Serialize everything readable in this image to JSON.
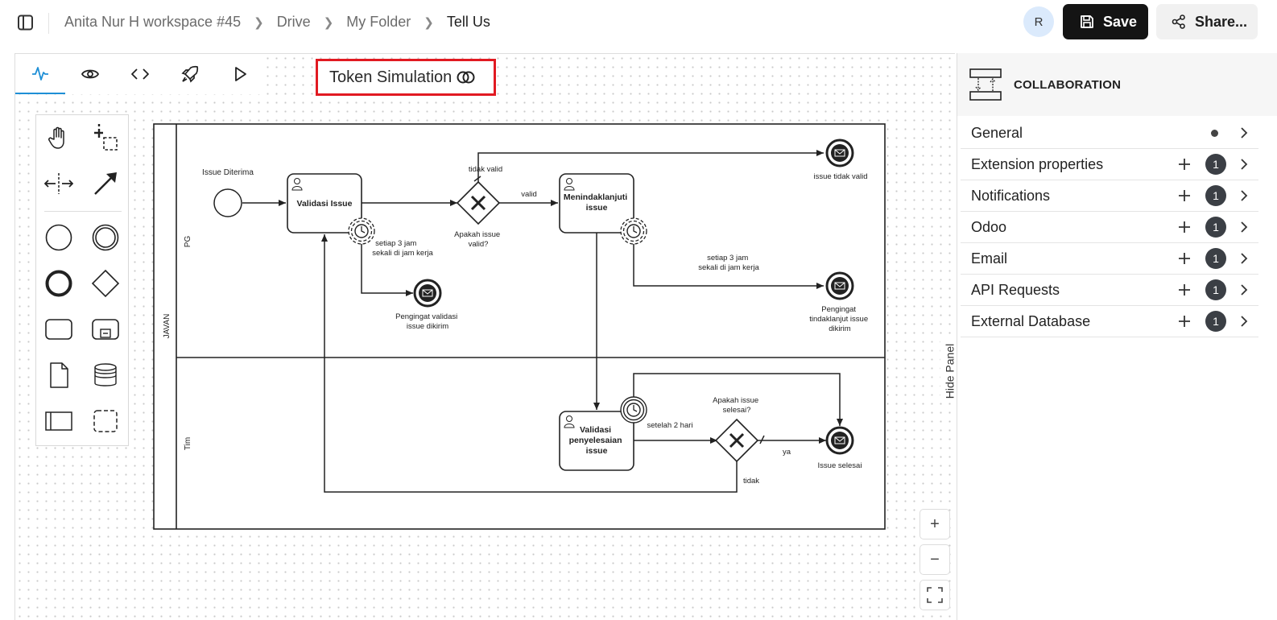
{
  "header": {
    "breadcrumbs": [
      "Anita Nur H workspace #45",
      "Drive",
      "My Folder",
      "Tell Us"
    ],
    "avatar_initial": "R",
    "save_label": "Save",
    "share_label": "Share..."
  },
  "toolbar": {
    "mode_tabs": [
      "activity-icon",
      "eye-icon",
      "code-icon",
      "rocket-icon",
      "play-icon"
    ],
    "token_simulation_label": "Token Simulation"
  },
  "palette": {
    "tools": [
      "hand-icon",
      "lasso-icon",
      "space-icon",
      "connect-arrow-icon",
      "start-event-icon",
      "intermediate-event-icon",
      "end-event-icon",
      "gateway-icon",
      "task-icon",
      "subprocess-icon",
      "data-object-icon",
      "data-store-icon",
      "pool-icon",
      "group-icon"
    ]
  },
  "diagram": {
    "pool": "JAVAN",
    "lanes": [
      "PG",
      "Tim"
    ],
    "start_event": "Issue Diterima",
    "tasks": {
      "validasi": "Validasi Issue",
      "tindak": [
        "Menindaklanjuti",
        "issue"
      ],
      "penyelesaian": [
        "Validasi",
        "penyelesaian",
        "issue"
      ]
    },
    "gateways": {
      "valid": [
        "Apakah issue",
        "valid?"
      ],
      "selesai": [
        "Apakah issue",
        "selesai?"
      ]
    },
    "flows": {
      "tidak_valid": "tidak valid",
      "valid": "valid",
      "ya": "ya",
      "tidak": "tidak"
    },
    "timers": {
      "t1": [
        "setiap 3 jam",
        "sekali di jam kerja"
      ],
      "t2": [
        "setiap 3 jam",
        "sekali di jam kerja"
      ],
      "t3": "setelah 2 hari"
    },
    "end_events": {
      "tidak_valid": "issue tidak valid",
      "pengingat_validasi": [
        "Pengingat validasi",
        "issue dikirim"
      ],
      "pengingat_tindak": [
        "Pengingat",
        "tindaklanjut issue",
        "dikirim"
      ],
      "selesai": "Issue selesai"
    }
  },
  "zoom": {
    "in": "+",
    "out": "−"
  },
  "hide_panel_label": "Hide Panel",
  "properties": {
    "title": "COLLABORATION",
    "rows": [
      {
        "label": "General",
        "badge": null
      },
      {
        "label": "Extension properties",
        "badge": "1"
      },
      {
        "label": "Notifications",
        "badge": "1"
      },
      {
        "label": "Odoo",
        "badge": "1"
      },
      {
        "label": "Email",
        "badge": "1"
      },
      {
        "label": "API Requests",
        "badge": "1"
      },
      {
        "label": "External Database",
        "badge": "1"
      }
    ]
  },
  "colors": {
    "accent": "#1e8fd6",
    "highlight": "#e11a22",
    "primary_button": "#141414",
    "badge": "#3b3f45"
  }
}
